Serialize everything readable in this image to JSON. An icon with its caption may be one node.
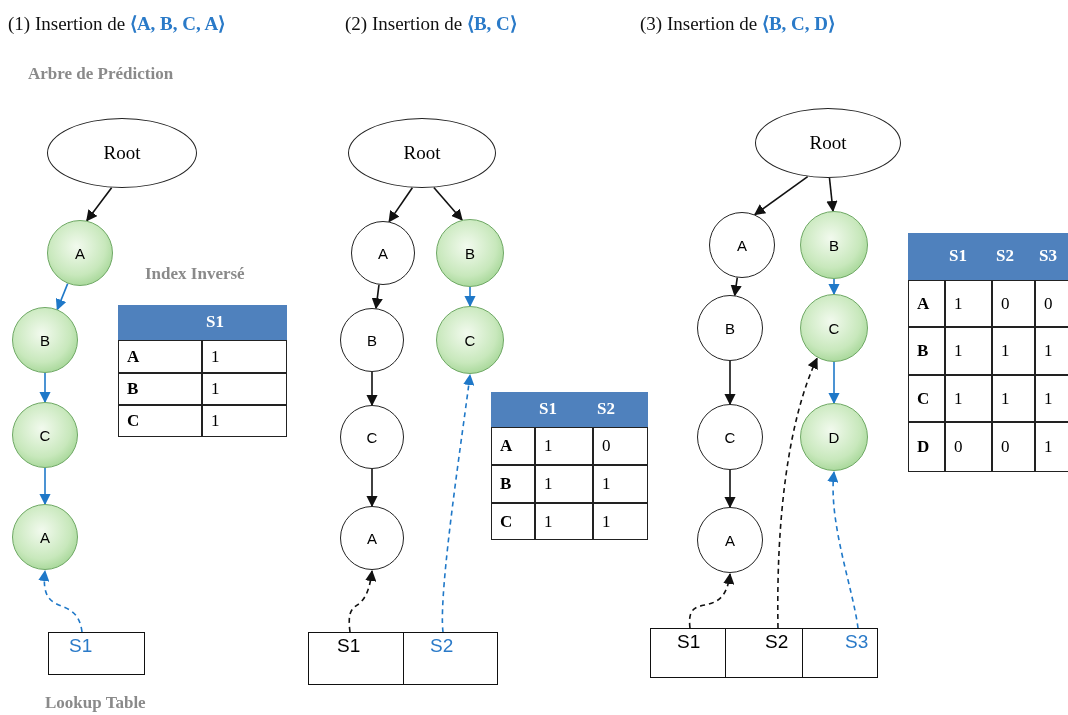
{
  "diagram": {
    "nodes": [
      {
        "text": [
          "Root"
        ]
      },
      {
        "text": [
          "A"
        ]
      },
      {
        "text": [
          "B"
        ]
      },
      {
        "text": [
          "C"
        ]
      },
      {
        "text": [
          "A"
        ]
      },
      {
        "text": [
          "S1"
        ]
      },
      {
        "text": [
          "Root"
        ]
      },
      {
        "text": [
          "A"
        ]
      },
      {
        "text": [
          "B"
        ]
      },
      {
        "text": [
          "C"
        ]
      },
      {
        "text": [
          "A"
        ]
      },
      {
        "text": [
          "B"
        ]
      },
      {
        "text": [
          "C"
        ]
      },
      {
        "text": [
          "S1"
        ]
      },
      {
        "text": [
          "S2"
        ]
      },
      {
        "text": [
          "Root"
        ]
      },
      {
        "text": [
          "A"
        ]
      },
      {
        "text": [
          "B"
        ]
      },
      {
        "text": [
          "C"
        ]
      },
      {
        "text": [
          "A"
        ]
      },
      {
        "text": [
          "B"
        ]
      },
      {
        "text": [
          "C"
        ]
      },
      {
        "text": [
          "D"
        ]
      },
      {
        "text": [
          "S1"
        ]
      },
      {
        "text": [
          "S2"
        ]
      },
      {
        "text": [
          "S3"
        ]
      }
    ],
    "edges": [
      {
        "from": 0,
        "to": 1,
        "arrow": "to"
      },
      {
        "from": 1,
        "to": 2,
        "arrow": "to",
        "color": "#1f78c8"
      },
      {
        "from": 2,
        "to": 3,
        "arrow": "to",
        "color": "#1f78c8"
      },
      {
        "from": 3,
        "to": 4,
        "arrow": "to",
        "color": "#1f78c8"
      },
      {
        "from": 5,
        "to": 4,
        "arrow": "to",
        "style": "dashed",
        "color": "#1f78c8"
      },
      {
        "from": 6,
        "to": 7,
        "arrow": "to"
      },
      {
        "from": 7,
        "to": 8,
        "arrow": "to"
      },
      {
        "from": 8,
        "to": 9,
        "arrow": "to"
      },
      {
        "from": 9,
        "to": 10,
        "arrow": "to"
      },
      {
        "from": 6,
        "to": 11,
        "arrow": "to"
      },
      {
        "from": 11,
        "to": 12,
        "arrow": "to",
        "color": "#1f78c8"
      },
      {
        "from": 13,
        "to": 10,
        "arrow": "to",
        "style": "dashed"
      },
      {
        "from": 14,
        "to": 12,
        "arrow": "to",
        "style": "dashed",
        "color": "#1f78c8"
      },
      {
        "from": 15,
        "to": 16,
        "arrow": "to"
      },
      {
        "from": 16,
        "to": 17,
        "arrow": "to"
      },
      {
        "from": 17,
        "to": 18,
        "arrow": "to"
      },
      {
        "from": 18,
        "to": 19,
        "arrow": "to"
      },
      {
        "from": 15,
        "to": 20,
        "arrow": "to"
      },
      {
        "from": 20,
        "to": 21,
        "arrow": "to",
        "color": "#1f78c8"
      },
      {
        "from": 21,
        "to": 22,
        "arrow": "to",
        "color": "#1f78c8"
      },
      {
        "from": 23,
        "to": 19,
        "arrow": "to",
        "style": "dashed"
      },
      {
        "from": 24,
        "to": 21,
        "arrow": "to",
        "style": "dashed"
      },
      {
        "from": 25,
        "to": 22,
        "arrow": "to",
        "style": "dashed",
        "color": "#1f78c8"
      }
    ],
    "labels": [
      "(1) Insertion de **⟨A, B, C, A⟩**",
      "(2) Insertion de **⟨B, C⟩**",
      "(3) Insertion de **⟨B, C, D⟩**",
      "Arbre de Prédiction",
      "Index Inversé",
      "S1",
      "A",
      "1",
      "B",
      "1",
      "C",
      "1",
      "S1",
      "S2",
      "A",
      "1",
      "0",
      "B",
      "1",
      "1",
      "C",
      "1",
      "1",
      "S1",
      "S2",
      "S3",
      "A",
      "1",
      "0",
      "0",
      "B",
      "1",
      "1",
      "1",
      "C",
      "1",
      "1",
      "1",
      "D",
      "0",
      "0",
      "1",
      "Lookup Table"
    ]
  }
}
